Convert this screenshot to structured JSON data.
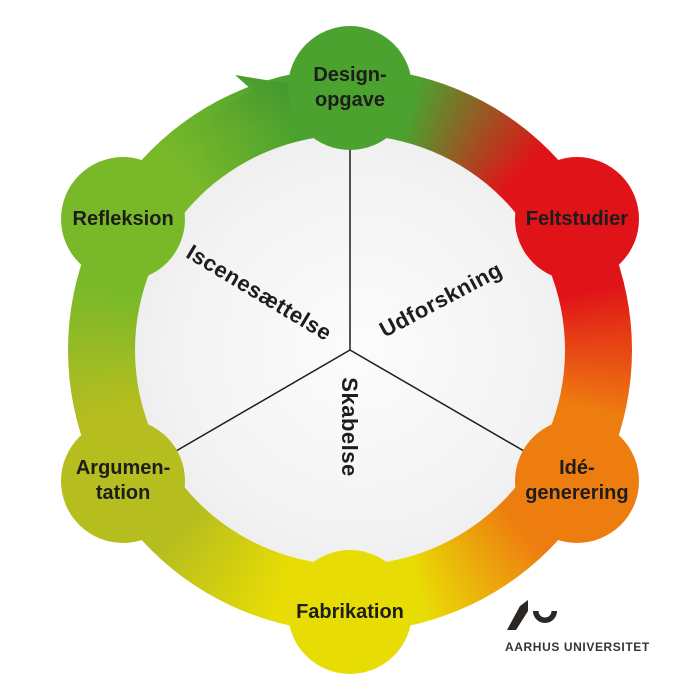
{
  "wheel": {
    "nodes": [
      {
        "id": "design-opgave",
        "angle_deg": 0,
        "color": "#4ba22f",
        "label_lines": [
          "Design-",
          "opgave"
        ]
      },
      {
        "id": "feltstudier",
        "angle_deg": 60,
        "color": "#e01318",
        "label_lines": [
          "Feltstudier"
        ]
      },
      {
        "id": "ide-generering",
        "angle_deg": 120,
        "color": "#ee7d10",
        "label_lines": [
          "Idé-",
          "generering"
        ]
      },
      {
        "id": "fabrikation",
        "angle_deg": 180,
        "color": "#e8dc05",
        "label_lines": [
          "Fabrikation"
        ]
      },
      {
        "id": "argumentation",
        "angle_deg": 240,
        "color": "#b5bd1f",
        "label_lines": [
          "Argumen-",
          "tation"
        ]
      },
      {
        "id": "refleksion",
        "angle_deg": 300,
        "color": "#79b929",
        "label_lines": [
          "Refleksion"
        ]
      }
    ],
    "sectors": [
      {
        "id": "iscenesaettelse",
        "label": "Iscenesættelse"
      },
      {
        "id": "udforskning",
        "label": "Udforskning"
      },
      {
        "id": "skabelse",
        "label": "Skabelse"
      }
    ],
    "arrow": {
      "direction": "clockwise",
      "color_tail": "#77b72a",
      "color_head": "#3e9530"
    },
    "line_color": "#1d1d1b",
    "text_color": "#1d1d1b"
  },
  "logo": {
    "brand": "AARHUS UNIVERSITET",
    "color": "#2b2824"
  }
}
